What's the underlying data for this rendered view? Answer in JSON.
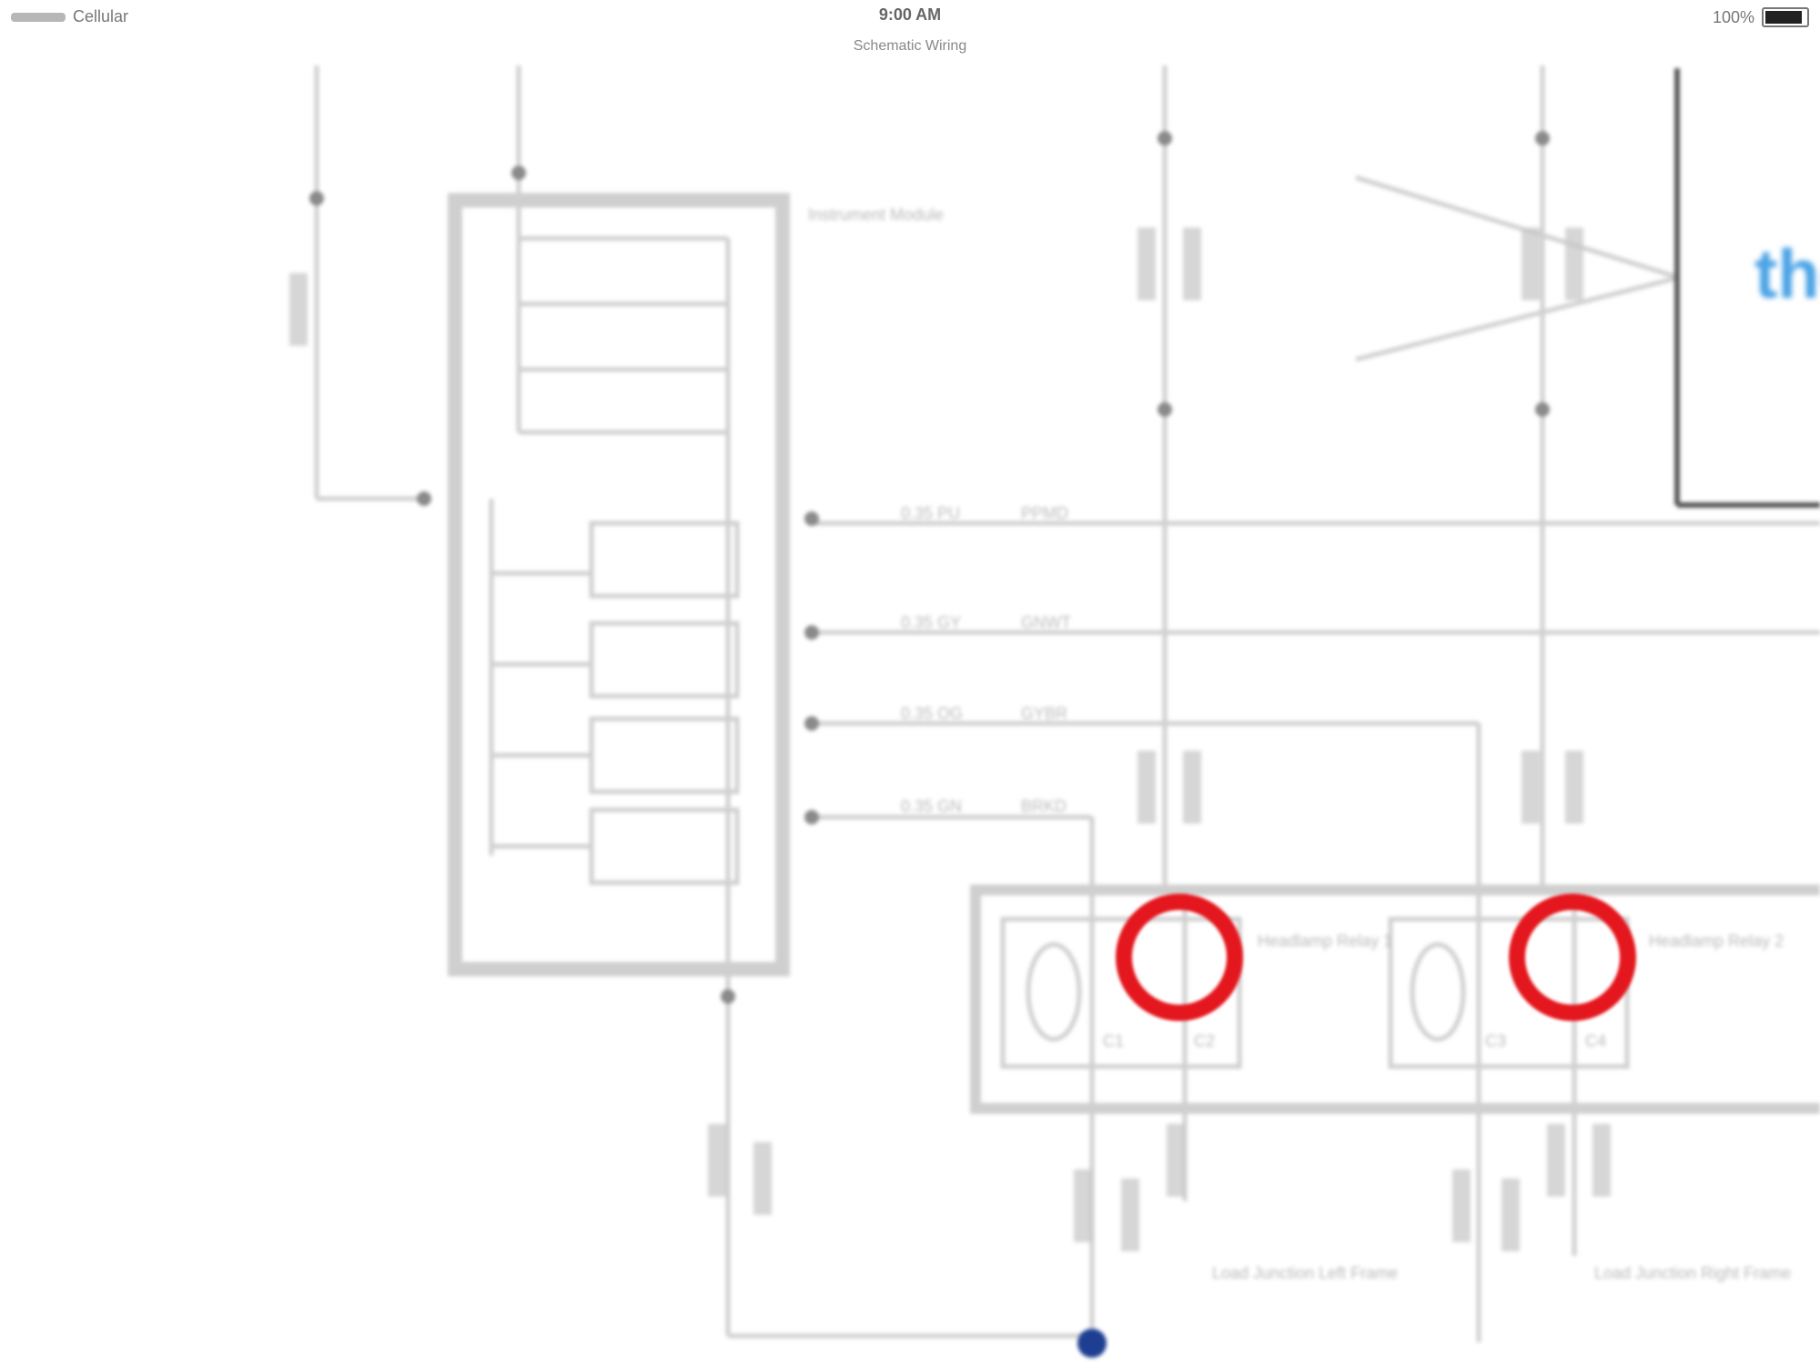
{
  "status_bar": {
    "carrier": "Cellular",
    "time": "9:00 AM",
    "document_title": "Schematic Wiring",
    "battery": "100%"
  },
  "diagram": {
    "visible_words": [
      "the"
    ],
    "control_module_label": "Instrument Module",
    "headlamp_left_label": "Headlamp Relay 1",
    "headlamp_right_label": "Headlamp Relay 2",
    "ground_left_label": "Load Junction Left Frame",
    "ground_right_label": "Load Junction Right Frame",
    "connector_labels": [
      "0.35 PU",
      "0.35 GY",
      "0.35 OG",
      "0.35 GN"
    ],
    "wire_codes": [
      "PPMD",
      "GNWT",
      "GYBR",
      "BRKD"
    ],
    "pin_labels": [
      "C1",
      "C2",
      "C3",
      "C4"
    ]
  },
  "highlights": {
    "color": "#e3171d",
    "count": 2
  },
  "accent_text_color": "#4aa3e6",
  "marker_color": "#1e3f91"
}
